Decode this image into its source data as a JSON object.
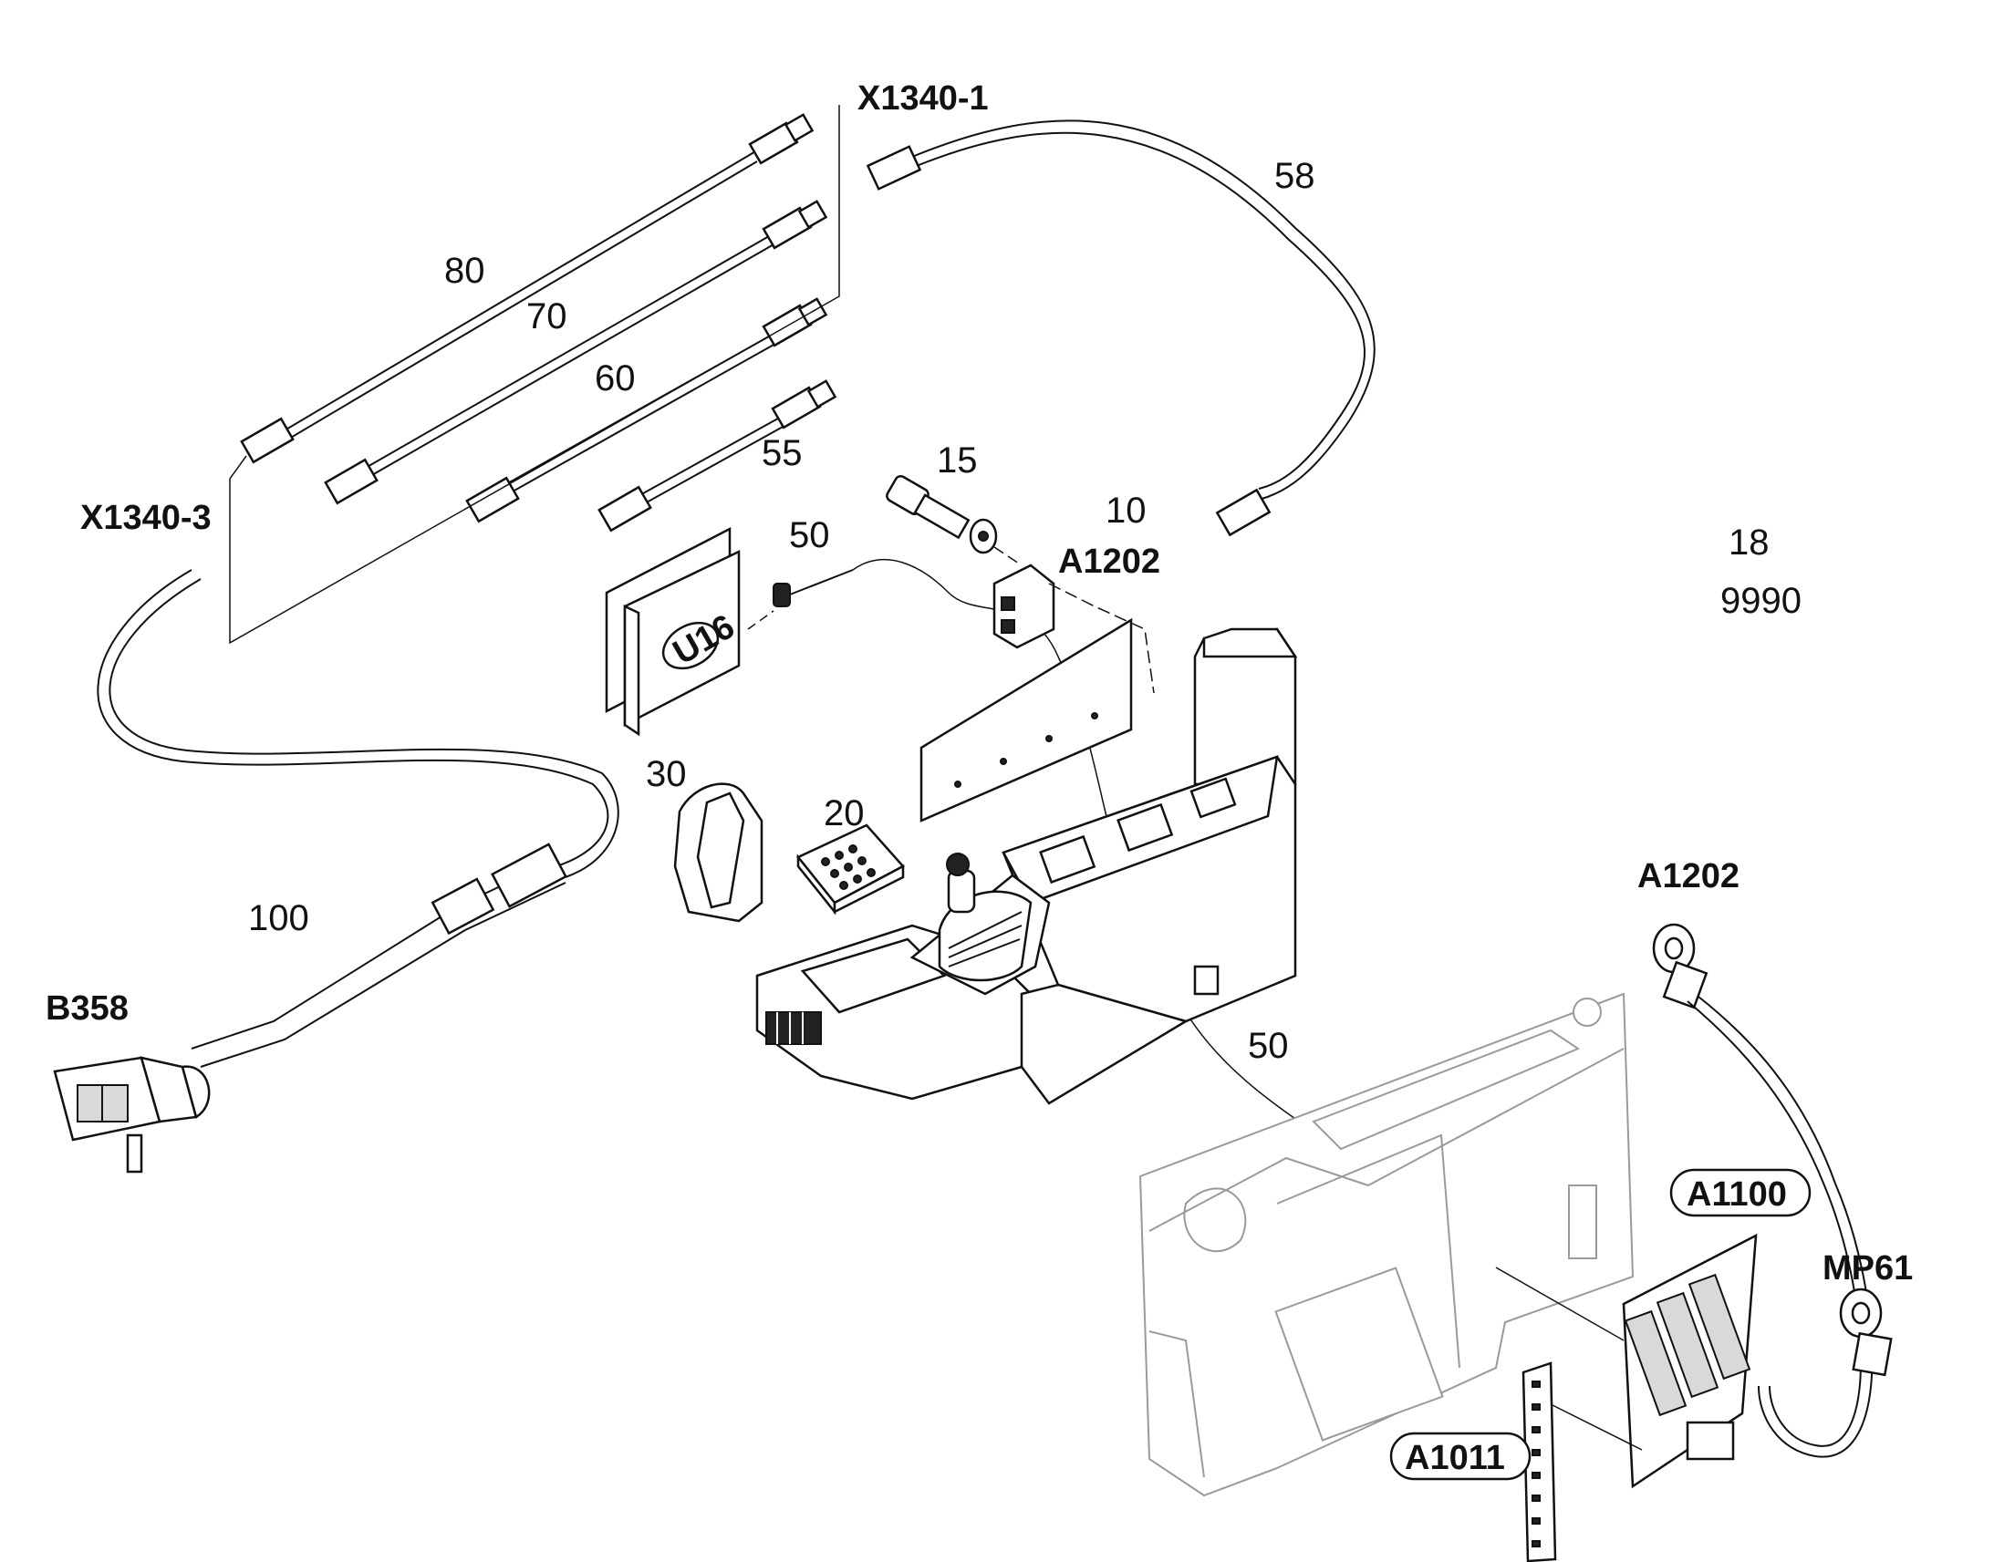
{
  "callouts": {
    "c80": "80",
    "c70": "70",
    "c60": "60",
    "c55": "55",
    "c58": "58",
    "c15": "15",
    "c10": "10",
    "c50_top": "50",
    "c50_bottom": "50",
    "c18": "18",
    "c9990": "9990",
    "c30": "30",
    "c20": "20",
    "c100": "100"
  },
  "labels": {
    "x1340_1": "X1340-1",
    "x1340_3": "X1340-3",
    "a1202_top": "A1202",
    "a1202_right": "A1202",
    "b358": "B358",
    "a1100": "A1100",
    "mp61": "MP61",
    "a1011": "A1011",
    "u16": "U16"
  }
}
